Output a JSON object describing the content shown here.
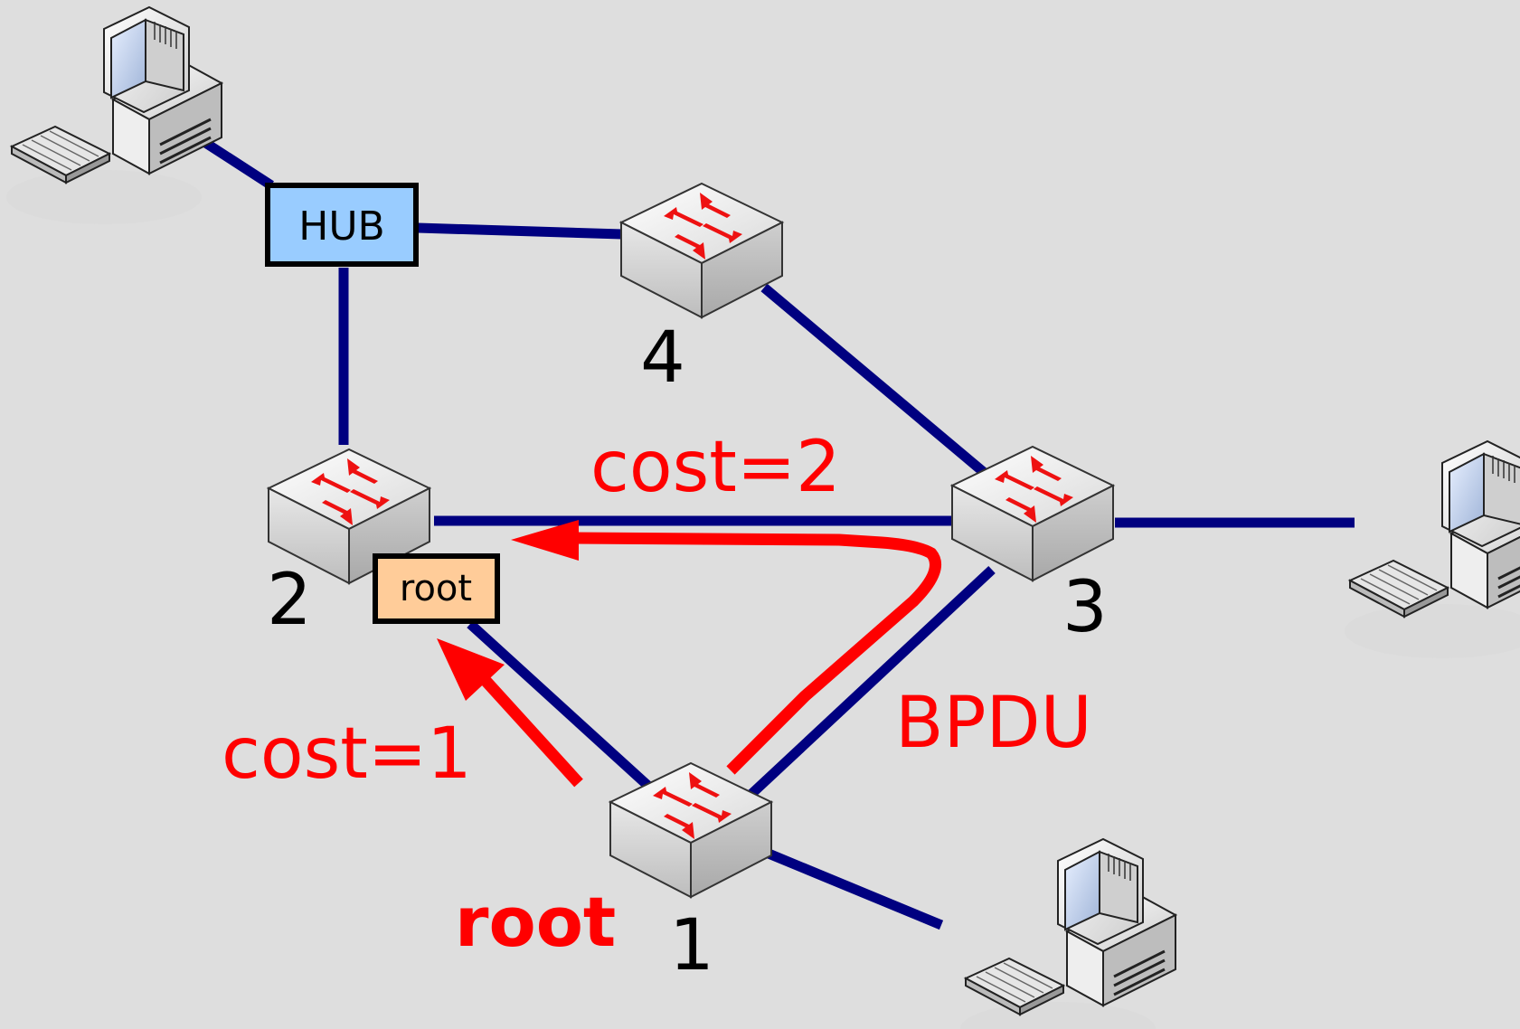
{
  "colors": {
    "background": "#dedede",
    "link": "#000080",
    "bpdu": "#ff0000",
    "hub_fill": "#99ccff",
    "root_port_fill": "#ffcc99"
  },
  "hub": {
    "label": "HUB"
  },
  "switches": [
    {
      "id": "1",
      "label": "1"
    },
    {
      "id": "2",
      "label": "2"
    },
    {
      "id": "3",
      "label": "3"
    },
    {
      "id": "4",
      "label": "4"
    }
  ],
  "root_port_label": "root",
  "root_bridge_label": "root",
  "costs": {
    "link_2_3": "cost=2",
    "link_1_2": "cost=1"
  },
  "bpdu_label": "BPDU",
  "icons": {
    "switch": "switch-icon",
    "computer": "computer-icon"
  }
}
